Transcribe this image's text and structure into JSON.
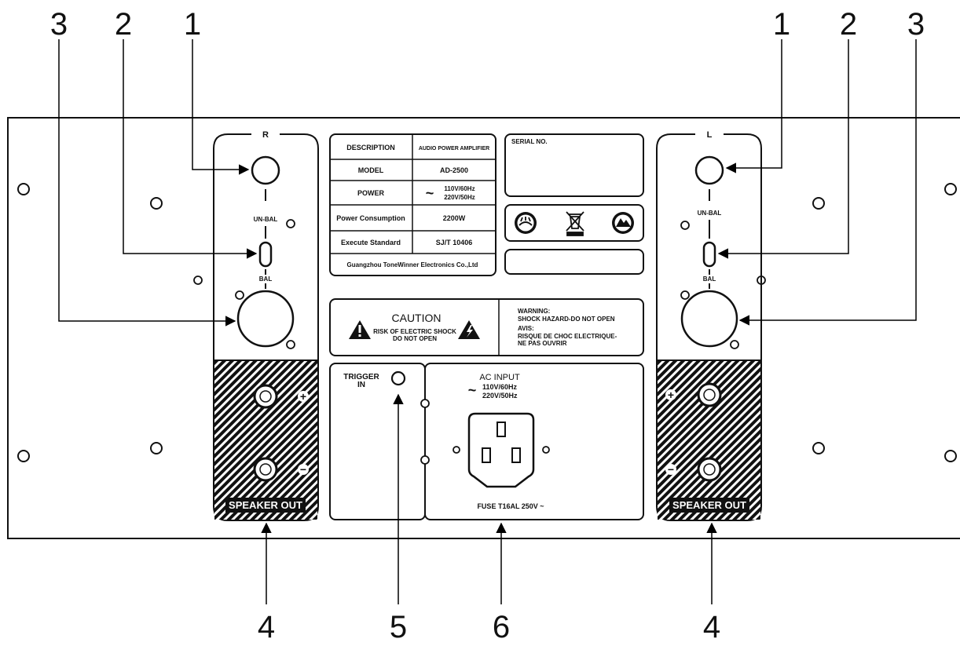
{
  "callouts": {
    "r_1": "1",
    "r_2": "2",
    "r_3": "3",
    "l_1": "1",
    "l_2": "2",
    "l_3": "3",
    "b_4a": "4",
    "b_5": "5",
    "b_6": "6",
    "b_4b": "4"
  },
  "right_channel": {
    "channel": "R",
    "unbal": "UN-BAL",
    "bal": "BAL",
    "plus": "+",
    "minus": "−",
    "speaker_out": "SPEAKER OUT"
  },
  "left_channel": {
    "channel": "L",
    "unbal": "UN-BAL",
    "bal": "BAL",
    "plus": "+",
    "minus": "−",
    "speaker_out": "SPEAKER OUT"
  },
  "spec_table": {
    "rows": [
      {
        "label": "DESCRIPTION",
        "value": "AUDIO POWER AMPLIFIER"
      },
      {
        "label": "MODEL",
        "value": "AD-2500"
      },
      {
        "label": "POWER",
        "value_line1": "110V/60Hz",
        "value_line2": "220V/50Hz"
      },
      {
        "label": "Power Consumption",
        "value": "2200W"
      },
      {
        "label": "Execute Standard",
        "value": "SJ/T 10406"
      }
    ],
    "tilde": "~",
    "manufacturer": "Guangzhou ToneWinner Electronics Co.,Ltd"
  },
  "serial": {
    "label": "SERIAL NO."
  },
  "caution": {
    "title": "CAUTION",
    "line1": "RISK OF ELECTRIC SHOCK",
    "line2": "DO NOT OPEN",
    "warning1": "WARNING:",
    "warning2": "SHOCK HAZARD-DO NOT OPEN",
    "avis1": "AVIS:",
    "avis2": "RISQUE DE CHOC ELECTRIQUE-",
    "avis3": "NE PAS OUVRIR"
  },
  "trigger": {
    "line1": "TRIGGER",
    "line2": "IN"
  },
  "ac_input": {
    "title": "AC INPUT",
    "tilde": "~",
    "line1": "110V/60Hz",
    "line2": "220V/50Hz",
    "fuse": "FUSE   T16AL  250V ~"
  }
}
